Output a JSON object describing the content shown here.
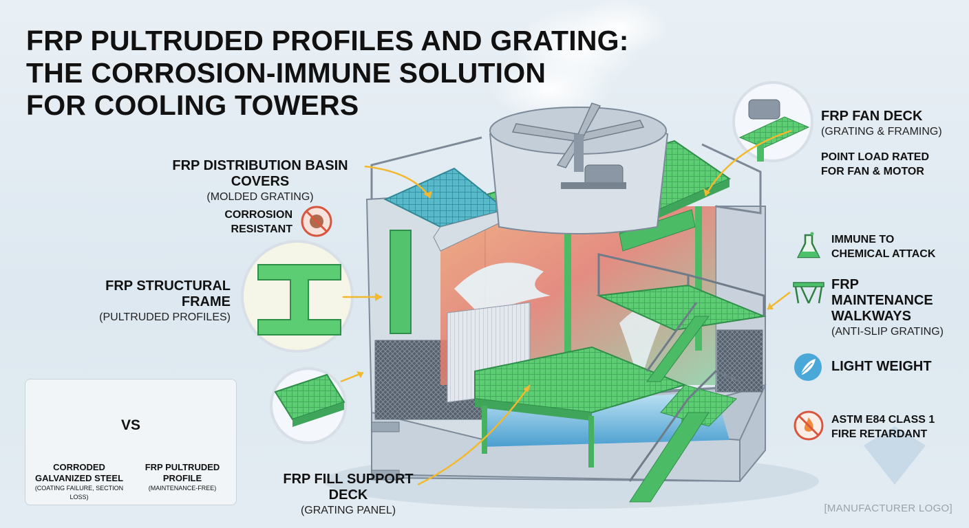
{
  "title": {
    "line1": "FRP PULTRUDED PROFILES AND GRATING:",
    "line2": "THE CORROSION-IMMUNE SOLUTION",
    "line3": "FOR COOLING TOWERS"
  },
  "labels": {
    "basin_covers": {
      "title": "FRP DISTRIBUTION BASIN COVERS",
      "sub": "(MOLDED GRATING)"
    },
    "corrosion": {
      "line1": "CORROSION",
      "line2": "RESISTANT",
      "icon": "no-corrosion-icon"
    },
    "structural_frame": {
      "title": "FRP STRUCTURAL FRAME",
      "sub": "(PULTRUDED PROFILES)"
    },
    "fan_deck": {
      "title": "FRP FAN DECK",
      "sub": "(GRATING & FRAMING)",
      "note1": "POINT LOAD RATED",
      "note2": "FOR FAN & MOTOR"
    },
    "chemical": {
      "line1": "IMMUNE TO",
      "line2": "CHEMICAL ATTACK",
      "icon": "flask-icon"
    },
    "walkways": {
      "title1": "FRP MAINTENANCE",
      "title2": "WALKWAYS",
      "sub": "(ANTI-SLIP GRATING)",
      "icon": "walkway-icon"
    },
    "light_weight": {
      "text": "LIGHT WEIGHT",
      "icon": "feather-icon"
    },
    "fire": {
      "line1": "ASTM E84 CLASS 1",
      "line2": "FIRE RETARDANT",
      "icon": "no-fire-icon"
    },
    "fill_support": {
      "title": "FRP FILL SUPPORT DECK",
      "sub": "(GRATING PANEL)"
    }
  },
  "comparison": {
    "vs": "VS",
    "left": {
      "line1": "CORRODED",
      "line2": "GALVANIZED STEEL",
      "note": "(COATING FAILURE, SECTION LOSS)"
    },
    "right": {
      "line1": "FRP PULTRUDED",
      "line2": "PROFILE",
      "note": "(MAINTENANCE-FREE)"
    }
  },
  "footer": {
    "logo": "[MANUFACTURER LOGO]"
  },
  "colors": {
    "frp_green": "#4cc06a",
    "basin_blue": "#3fa7b8",
    "accent_yellow": "#f2b92f",
    "no_symbol_red": "#d9553e",
    "concrete": "#c9d2dc"
  }
}
